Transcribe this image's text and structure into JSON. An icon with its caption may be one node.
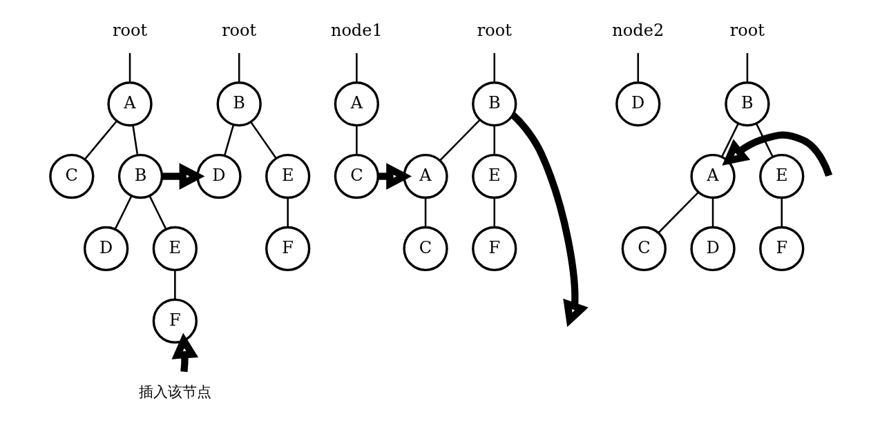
{
  "diagram": {
    "nodes": [
      {
        "text": [
          "root"
        ]
      },
      {
        "text": [
          "A"
        ]
      },
      {
        "text": [
          "C"
        ]
      },
      {
        "text": [
          "B"
        ]
      },
      {
        "text": [
          "D"
        ]
      },
      {
        "text": [
          "E"
        ]
      },
      {
        "text": [
          "F"
        ]
      },
      {
        "text": [
          "插入该节点"
        ]
      },
      {
        "text": [
          "root"
        ]
      },
      {
        "text": [
          "B"
        ]
      },
      {
        "text": [
          "D"
        ]
      },
      {
        "text": [
          "E"
        ]
      },
      {
        "text": [
          "F"
        ]
      },
      {
        "text": [
          "node1"
        ]
      },
      {
        "text": [
          "A"
        ]
      },
      {
        "text": [
          "C"
        ]
      },
      {
        "text": [
          "root"
        ]
      },
      {
        "text": [
          "B"
        ]
      },
      {
        "text": [
          "A"
        ]
      },
      {
        "text": [
          "E"
        ]
      },
      {
        "text": [
          "C"
        ]
      },
      {
        "text": [
          "F"
        ]
      },
      {
        "text": [
          "node2"
        ]
      },
      {
        "text": [
          "D"
        ]
      },
      {
        "text": [
          "root"
        ]
      },
      {
        "text": [
          "B"
        ]
      },
      {
        "text": [
          "A"
        ]
      },
      {
        "text": [
          "E"
        ]
      },
      {
        "text": [
          "C"
        ]
      },
      {
        "text": [
          "D"
        ]
      },
      {
        "text": [
          "F"
        ]
      }
    ],
    "edges": [
      {
        "from": 0,
        "to": 1,
        "arrow": "none"
      },
      {
        "from": 1,
        "to": 2,
        "arrow": "none"
      },
      {
        "from": 1,
        "to": 3,
        "arrow": "none"
      },
      {
        "from": 3,
        "to": 4,
        "arrow": "none"
      },
      {
        "from": 3,
        "to": 5,
        "arrow": "none"
      },
      {
        "from": 5,
        "to": 6,
        "arrow": "none"
      },
      {
        "from": 7,
        "to": 6,
        "arrow": "to",
        "style": "thick"
      },
      {
        "from": 8,
        "to": 9,
        "arrow": "none"
      },
      {
        "from": 9,
        "to": 10,
        "arrow": "none"
      },
      {
        "from": 9,
        "to": 11,
        "arrow": "none"
      },
      {
        "from": 11,
        "to": 12,
        "arrow": "none"
      },
      {
        "from": 13,
        "to": 14,
        "arrow": "none"
      },
      {
        "from": 14,
        "to": 15,
        "arrow": "none"
      },
      {
        "from": 16,
        "to": 17,
        "arrow": "none"
      },
      {
        "from": 17,
        "to": 18,
        "arrow": "none"
      },
      {
        "from": 17,
        "to": 19,
        "arrow": "none"
      },
      {
        "from": 18,
        "to": 20,
        "arrow": "none"
      },
      {
        "from": 19,
        "to": 21,
        "arrow": "none"
      },
      {
        "from": 22,
        "to": 23,
        "arrow": "none"
      },
      {
        "from": 24,
        "to": 25,
        "arrow": "none"
      },
      {
        "from": 25,
        "to": 26,
        "arrow": "none"
      },
      {
        "from": 25,
        "to": 27,
        "arrow": "none"
      },
      {
        "from": 26,
        "to": 28,
        "arrow": "none"
      },
      {
        "from": 26,
        "to": 29,
        "arrow": "none"
      },
      {
        "from": 27,
        "to": 30,
        "arrow": "none"
      },
      {
        "from": 3,
        "to": 10,
        "arrow": "to",
        "style": "thick"
      },
      {
        "from": 15,
        "to": 18,
        "arrow": "to",
        "style": "thick"
      },
      {
        "from": 17,
        "to": null,
        "arrow": "to",
        "style": "thick"
      },
      {
        "from": null,
        "to": 26,
        "arrow": "to",
        "style": "thick"
      }
    ]
  }
}
